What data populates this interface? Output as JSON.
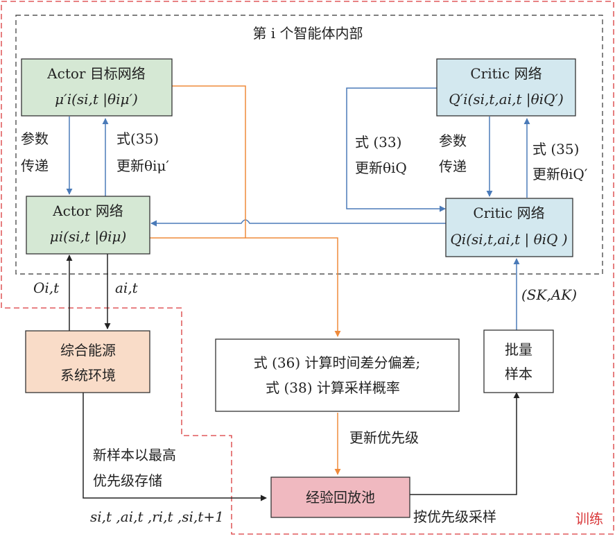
{
  "region_labels": {
    "inner": "第 i 个智能体内部",
    "training": "训练"
  },
  "boxes": {
    "actor_target": {
      "line1": "Actor 目标网络",
      "line2": "μ′i(si,t |θiμ′)"
    },
    "critic_target": {
      "line1": "Critic 网络",
      "line2": "Q′i(si,t,ai,t |θiQ′)"
    },
    "actor": {
      "line1": "Actor 网络",
      "line2": "μi(si,t |θiμ)"
    },
    "critic": {
      "line1": "Critic 网络",
      "line2": "Qi(si,t,ai,t | θiQ )"
    },
    "environment": {
      "line1": "综合能源",
      "line2": "系统环境"
    },
    "td_compute": {
      "line1": "式 (36) 计算时间差分偏差;",
      "line2": "式 (38) 计算采样概率"
    },
    "batch": {
      "line1": "批量",
      "line2": "样本"
    },
    "replay": {
      "line1": "经验回放池"
    }
  },
  "edge_labels": {
    "param_pass_left": [
      "参数",
      "传递"
    ],
    "eq35_update_actor": [
      "式(35)",
      "更新θiμ′"
    ],
    "eq33_update_critic": [
      "式 (33)",
      "更新θiQ"
    ],
    "param_pass_right": [
      "参数",
      "传递"
    ],
    "eq35_update_critic_target": [
      "式 (35)",
      "更新θiQ′"
    ],
    "observation": "Oi,t",
    "action": "ai,t",
    "batch_sample": "(SK,AK)",
    "update_priority": "更新优先级",
    "store_new": [
      "新样本以最高",
      "优先级存储"
    ],
    "transition": "si,t ,ai,t ,ri,t ,si,t+1",
    "priority_sampling": "按优先级采样"
  },
  "colors": {
    "actor_fill": "#d5e8d4",
    "critic_fill": "#d3e8ef",
    "env_fill": "#f9dcc8",
    "replay_fill": "#f0b9c0",
    "blue_arrow": "#4a7ab8",
    "orange_arrow": "#ef8a3a",
    "black_arrow": "#222222",
    "training_border": "#d9383a"
  }
}
